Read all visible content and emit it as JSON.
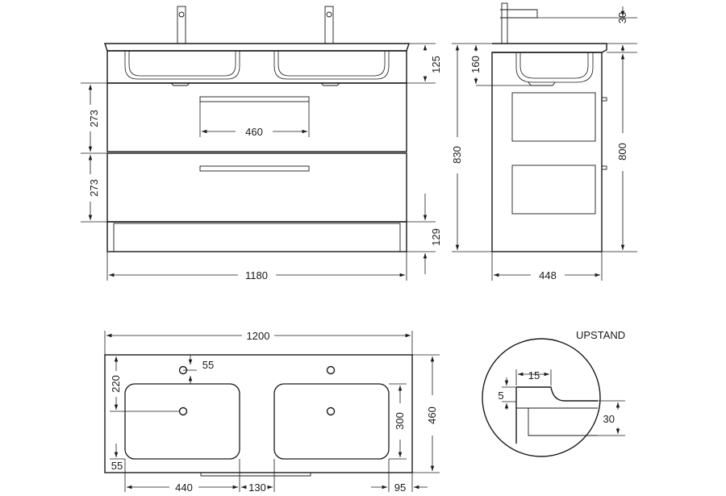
{
  "dimensions": {
    "front_basin_height": "125",
    "front_drawer_top_height": "273",
    "front_drawer_bottom_height": "273",
    "front_handle_width": "460",
    "front_plinth_height": "129",
    "front_total_width": "1180",
    "side_tap_height": "30",
    "side_basin_depth": "160",
    "side_total_height": "830",
    "side_cabinet_height": "800",
    "side_depth": "448",
    "top_total_width": "1200",
    "top_tap_spacing": "55",
    "top_tap_offset": "220",
    "top_basin_depth": "300",
    "top_total_depth": "460",
    "top_front_margin": "55",
    "top_basin_width": "440",
    "top_basin_gap": "130",
    "top_side_margin": "95"
  },
  "upstand": {
    "title": "UPSTAND",
    "width": "15",
    "depth": "5",
    "height": "30"
  }
}
